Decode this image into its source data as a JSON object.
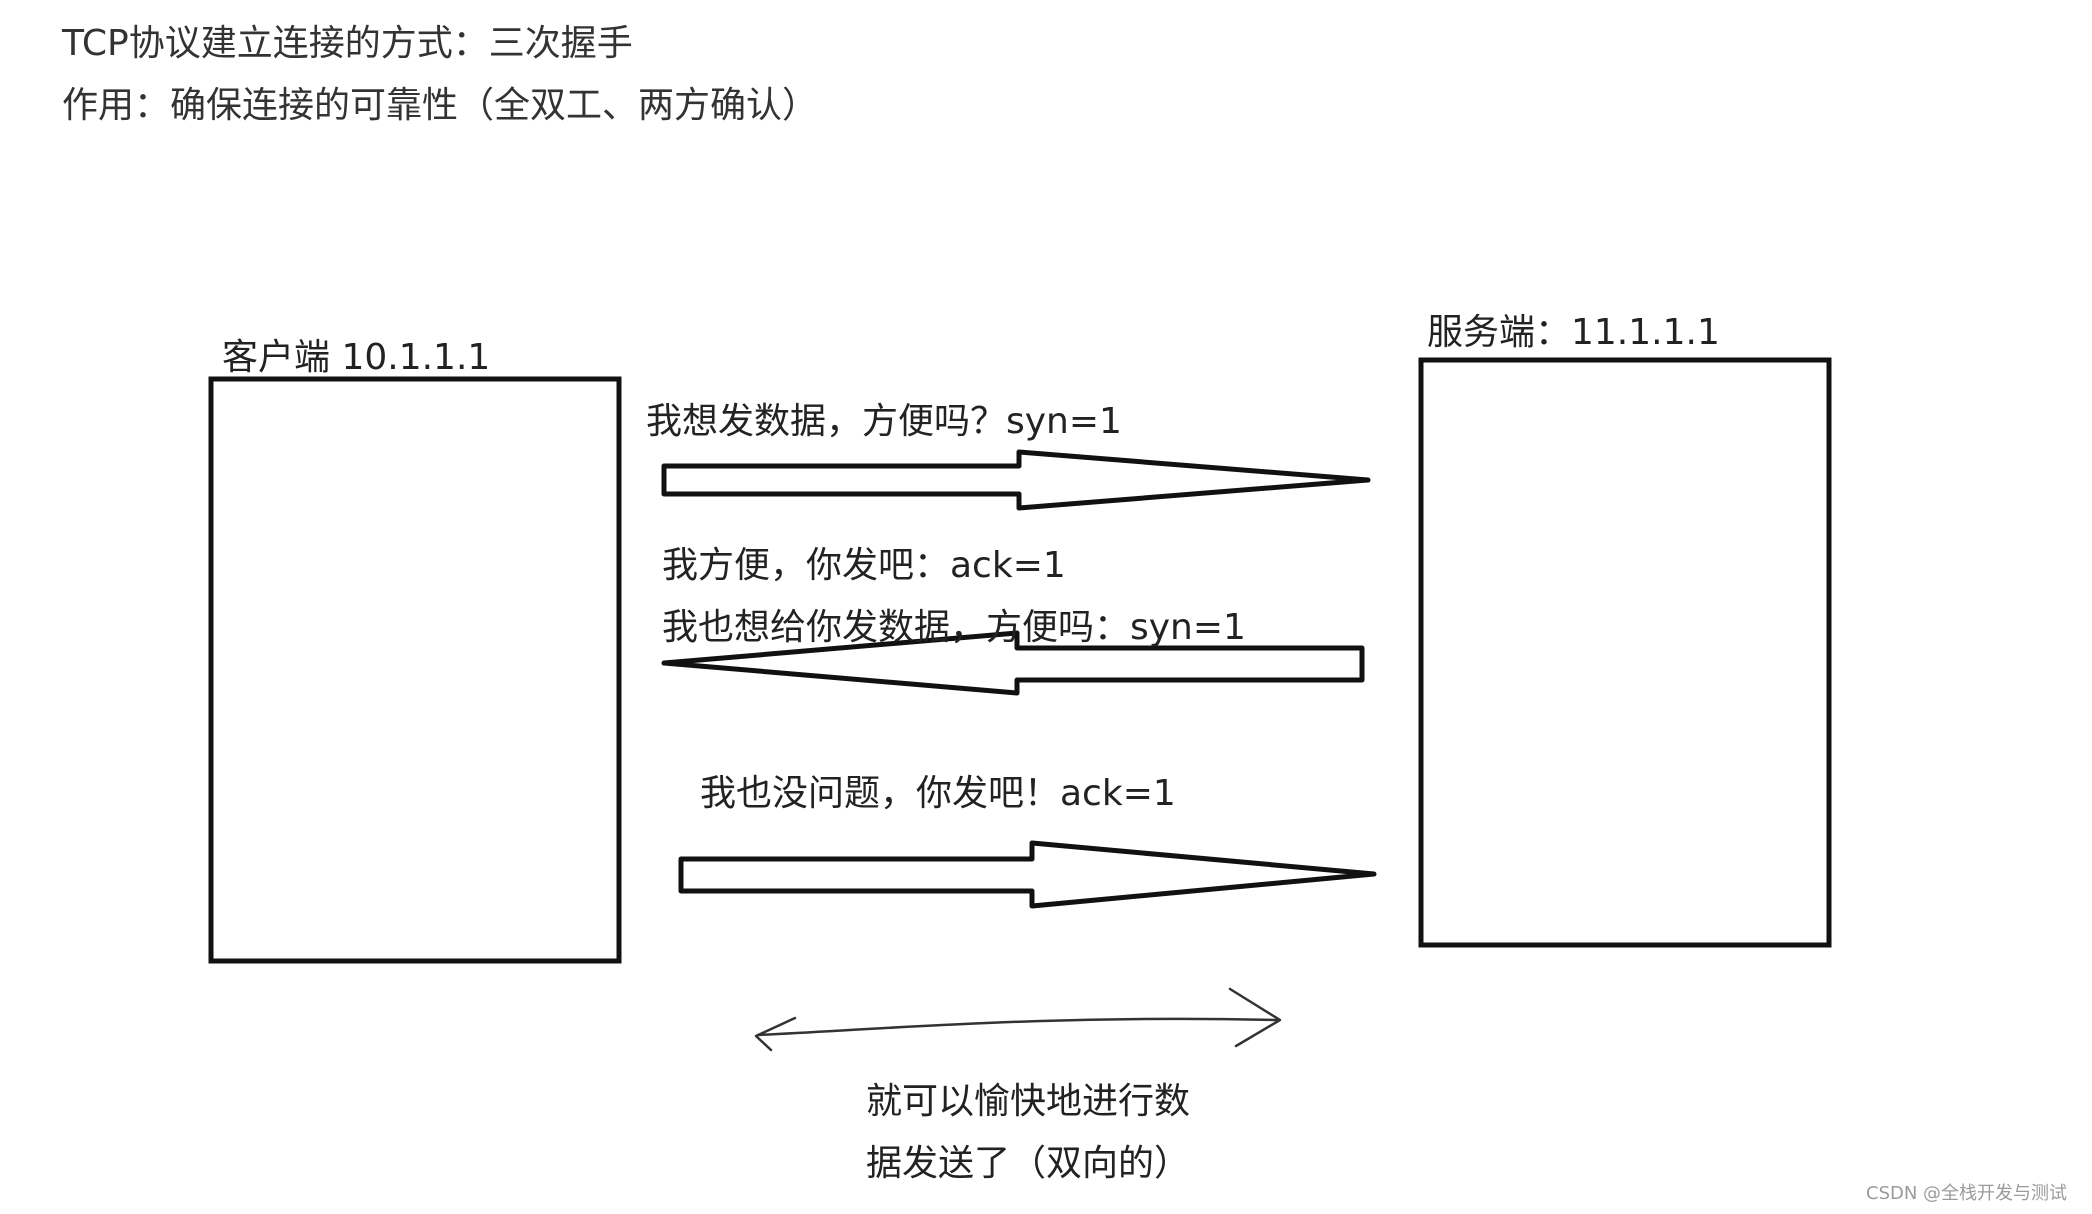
{
  "header": {
    "line1": "TCP协议建立连接的方式：三次握手",
    "line2": "作用：确保连接的可靠性（全双工、两方确认）"
  },
  "client": {
    "label": "客户端   10.1.1.1"
  },
  "server": {
    "label": "服务端：11.1.1.1"
  },
  "messages": [
    "我想发数据，方便吗？syn=1",
    "我方便，你发吧：ack=1",
    "我也想给你发数据，方便吗：syn=1",
    "我也没问题，你发吧！ack=1"
  ],
  "conclusion": {
    "line1": "就可以愉快地进行数",
    "line2": "据发送了（双向的）"
  },
  "watermark": "CSDN @全栈开发与测试"
}
